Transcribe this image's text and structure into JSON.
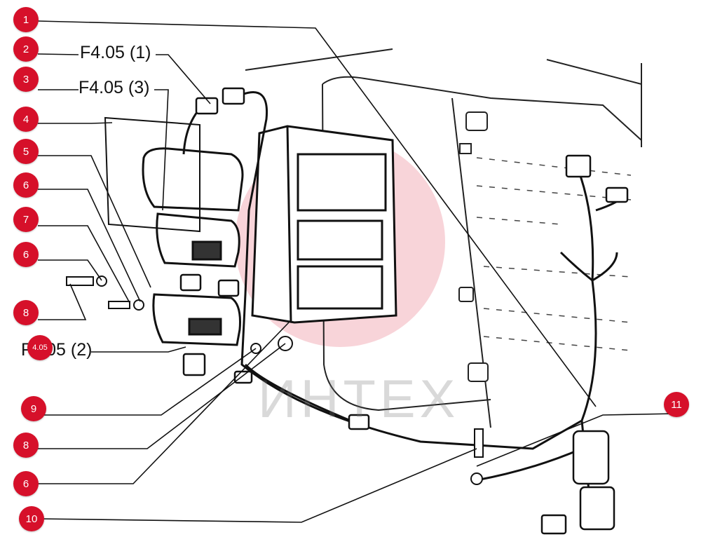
{
  "callouts": [
    {
      "id": "callout-1",
      "number": "1"
    },
    {
      "id": "callout-2",
      "number": "2"
    },
    {
      "id": "callout-3",
      "number": "3"
    },
    {
      "id": "callout-4",
      "number": "4"
    },
    {
      "id": "callout-5",
      "number": "5"
    },
    {
      "id": "callout-6a",
      "number": "6"
    },
    {
      "id": "callout-7",
      "number": "7"
    },
    {
      "id": "callout-6b",
      "number": "6"
    },
    {
      "id": "callout-8a",
      "number": "8"
    },
    {
      "id": "callout-4-05",
      "number": "4.05"
    },
    {
      "id": "callout-9",
      "number": "9"
    },
    {
      "id": "callout-8b",
      "number": "8"
    },
    {
      "id": "callout-6c",
      "number": "6"
    },
    {
      "id": "callout-10",
      "number": "10"
    },
    {
      "id": "callout-11",
      "number": "11"
    }
  ],
  "references": {
    "f405_1": "F4.05 (1)",
    "f405_3": "F4.05 (3)",
    "f405_2": "F4.05 (2)"
  },
  "watermark": {
    "text": "ИНТЕХ",
    "color": "#d6102a"
  },
  "colors": {
    "badge": "#d6102a",
    "line": "#111111"
  }
}
